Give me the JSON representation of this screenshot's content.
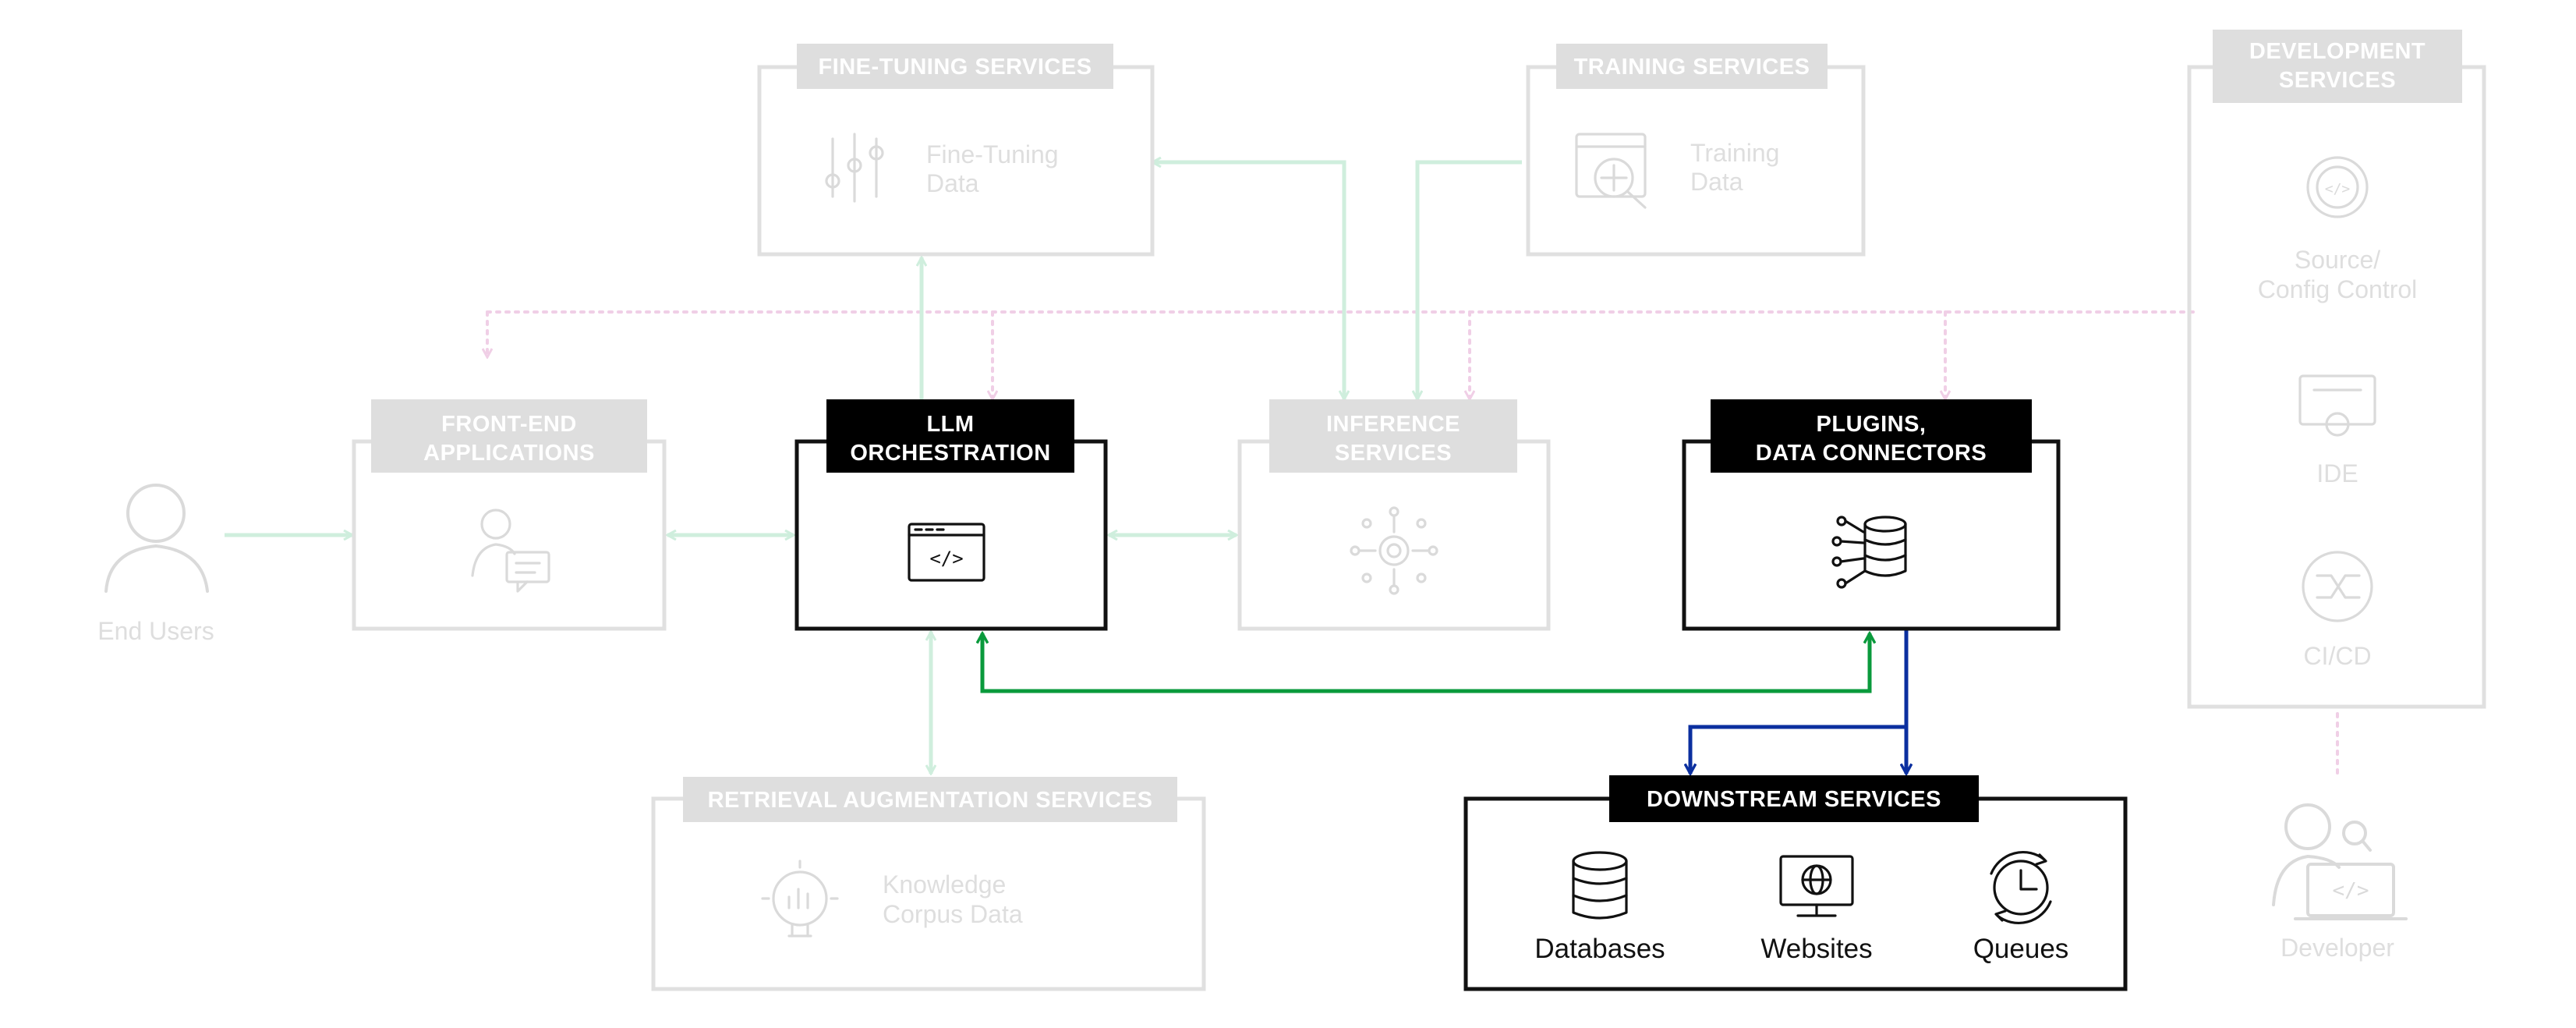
{
  "boxes": {
    "fine_tuning": {
      "title": "FINE-TUNING SERVICES",
      "label_line1": "Fine-Tuning",
      "label_line2": "Data",
      "icon": "sliders-icon"
    },
    "training": {
      "title": "TRAINING SERVICES",
      "label_line1": "Training",
      "label_line2": "Data",
      "icon": "data-inspect-icon"
    },
    "development": {
      "title_line1": "DEVELOPMENT",
      "title_line2": "SERVICES",
      "items": [
        {
          "label_line1": "Source/",
          "label_line2": "Config Control",
          "icon": "code-gear-icon"
        },
        {
          "label": "IDE",
          "icon": "ide-icon"
        },
        {
          "label": "CI/CD",
          "icon": "cicd-icon"
        }
      ]
    },
    "front_end": {
      "title_line1": "FRONT-END",
      "title_line2": "APPLICATIONS",
      "icon": "user-chat-icon"
    },
    "llm_orchestration": {
      "title_line1": "LLM",
      "title_line2": "ORCHESTRATION",
      "icon": "code-window-icon"
    },
    "inference": {
      "title_line1": "INFERENCE",
      "title_line2": "SERVICES",
      "icon": "gear-network-icon"
    },
    "plugins": {
      "title_line1": "PLUGINS,",
      "title_line2": "DATA CONNECTORS",
      "icon": "database-connector-icon"
    },
    "retrieval": {
      "title": "RETRIEVAL AUGMENTATION SERVICES",
      "label_line1": "Knowledge",
      "label_line2": "Corpus Data",
      "icon": "lightbulb-chart-icon"
    },
    "downstream": {
      "title": "DOWNSTREAM SERVICES",
      "items": [
        {
          "label": "Databases",
          "icon": "database-icon"
        },
        {
          "label": "Websites",
          "icon": "monitor-globe-icon"
        },
        {
          "label": "Queues",
          "icon": "clock-cycle-icon"
        }
      ]
    }
  },
  "actors": {
    "end_users": {
      "label": "End Users",
      "icon": "person-icon"
    },
    "developer": {
      "label": "Developer",
      "icon": "developer-laptop-icon"
    }
  },
  "colors": {
    "faded_box": "#e0e0e0",
    "faded_tag": "#dedede",
    "active": "#000000",
    "green_active": "#0a9a3c",
    "green_faded": "#cfeedd",
    "blue_active": "#0b2f9f",
    "pink_dotted": "#f0cfe6"
  }
}
